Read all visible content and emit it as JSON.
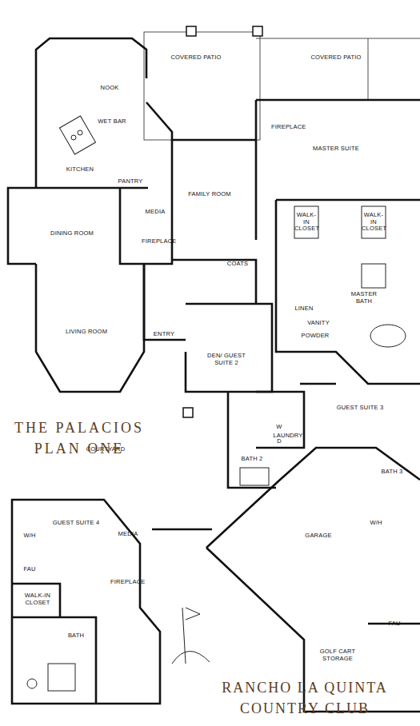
{
  "diagram": {
    "title": "THE PALACIOS PLAN ONE",
    "caption": "RANCHO LA QUINTA COUNTRY CLUB",
    "labels": [
      "NOOK",
      "COVERED PATIO",
      "COVERED PATIO",
      "WET BAR",
      "KITCHEN",
      "PANTRY",
      "FAMILY ROOM",
      "MEDIA",
      "FIREPLACE",
      "DINING ROOM",
      "LIVING ROOM",
      "COATS",
      "ENTRY",
      "DEN/ GUEST SUITE 2",
      "FIREPLACE",
      "MASTER SUITE",
      "WALK-IN CLOSET",
      "WALK-IN CLOSET",
      "MASTER BATH",
      "LINEN",
      "VANITY",
      "POWDER",
      "W",
      "D",
      "LAUNDRY",
      "GUEST SUITE 3",
      "BATH 2",
      "BATH 3",
      "W/H",
      "GARAGE",
      "FAU",
      "GOLF CART STORAGE",
      "COURTYARD",
      "GUEST SUITE 4",
      "W/H",
      "FAU",
      "WALK-IN CLOSET",
      "MEDIA",
      "FIREPLACE",
      "BATH"
    ]
  }
}
